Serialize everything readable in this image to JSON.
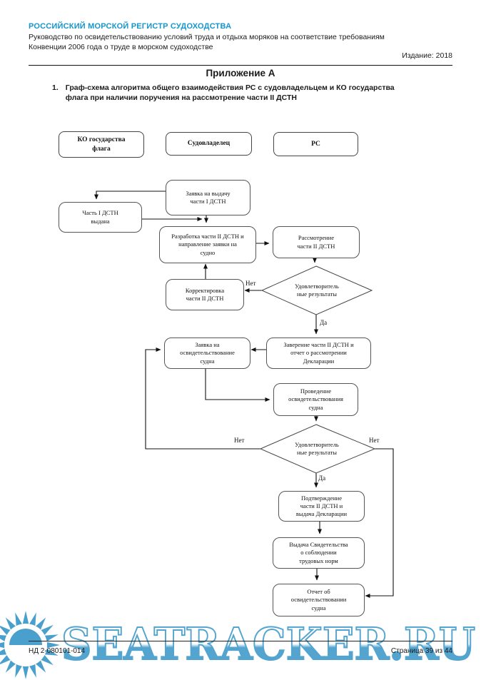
{
  "page": {
    "header": {
      "org_title": "РОССИЙСКИЙ МОРСКОЙ РЕГИСТР СУДОХОДСТВА",
      "subtitle_line1": "Руководство по освидетельствованию условий труда и отдыха моряков на соответствие требованиям",
      "subtitle_line2": "Конвенции 2006 года о труде в морском судоходстве",
      "edition": "Издание: 2018"
    },
    "title": "Приложение А",
    "item": {
      "number": "1.",
      "text": "Граф-схема алгоритма общего взаимодействия РС с судовладельцем и КО государства\nфлага при наличии поручения на рассмотрение части II ДСТН"
    },
    "footer": {
      "doc_number": "НД 2-080101-014",
      "page_info": "Страница 39 из 44"
    },
    "watermark": {
      "text": "SEATRACKER.RU",
      "color": "#4aa0cd"
    }
  },
  "colors": {
    "accent_blue": "#1596cc",
    "watermark_blue": "#4aa0cd",
    "node_border": "#555555",
    "line": "#111111"
  },
  "flowchart": {
    "lanes": [
      {
        "label": "КО государства\nфлага"
      },
      {
        "label": "Судовладелец"
      },
      {
        "label": "РС"
      }
    ],
    "nodes": [
      {
        "label": "Заявка на выдачу\nчасти I ДСТН"
      },
      {
        "label": "Часть I ДСТН\nвыдана"
      },
      {
        "label": "Разработка части II ДСТН  и\nнаправление заявки  на\nсудно"
      },
      {
        "label": "Рассмотрение\nчасти II ДСТН"
      },
      {
        "label": "Корректировка\nчасти II ДСТН"
      },
      {
        "label": "Заверение части II ДСТН и\nотчет о рассмотрении\nДекларации"
      },
      {
        "label": "Заявка на\nосвидетельствование\nсудна"
      },
      {
        "label": "Проведение\nосвидетельствования\nсудна"
      },
      {
        "label": "Подтверждение\nчасти II ДСТН и\nвыдача Декларации"
      },
      {
        "label": "Выдача Свидетельства\nо соблюдении\nтрудовых норм"
      },
      {
        "label": "Отчет об\nосвидетельствовании\nсудна"
      }
    ],
    "decisions": [
      {
        "label": "Удовлетворитель\nные результаты"
      },
      {
        "label": "Удовлетворитель\nные результаты"
      }
    ],
    "edge_labels": {
      "yes": "Да",
      "no": "Нет"
    }
  }
}
